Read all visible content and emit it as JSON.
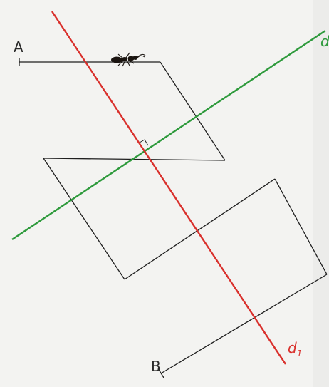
{
  "labels": {
    "point_a": "A",
    "point_b": "B",
    "line_d1_main": "d",
    "line_d1_sub": "1",
    "line_d2_partial": "d"
  },
  "colors": {
    "red_line": "#d9302c",
    "green_line": "#2e9a3c",
    "path": "#1f1f1f",
    "background": "#f3f3f1",
    "ant": "#1a1410"
  },
  "icons": {
    "ant": "ant-icon"
  }
}
